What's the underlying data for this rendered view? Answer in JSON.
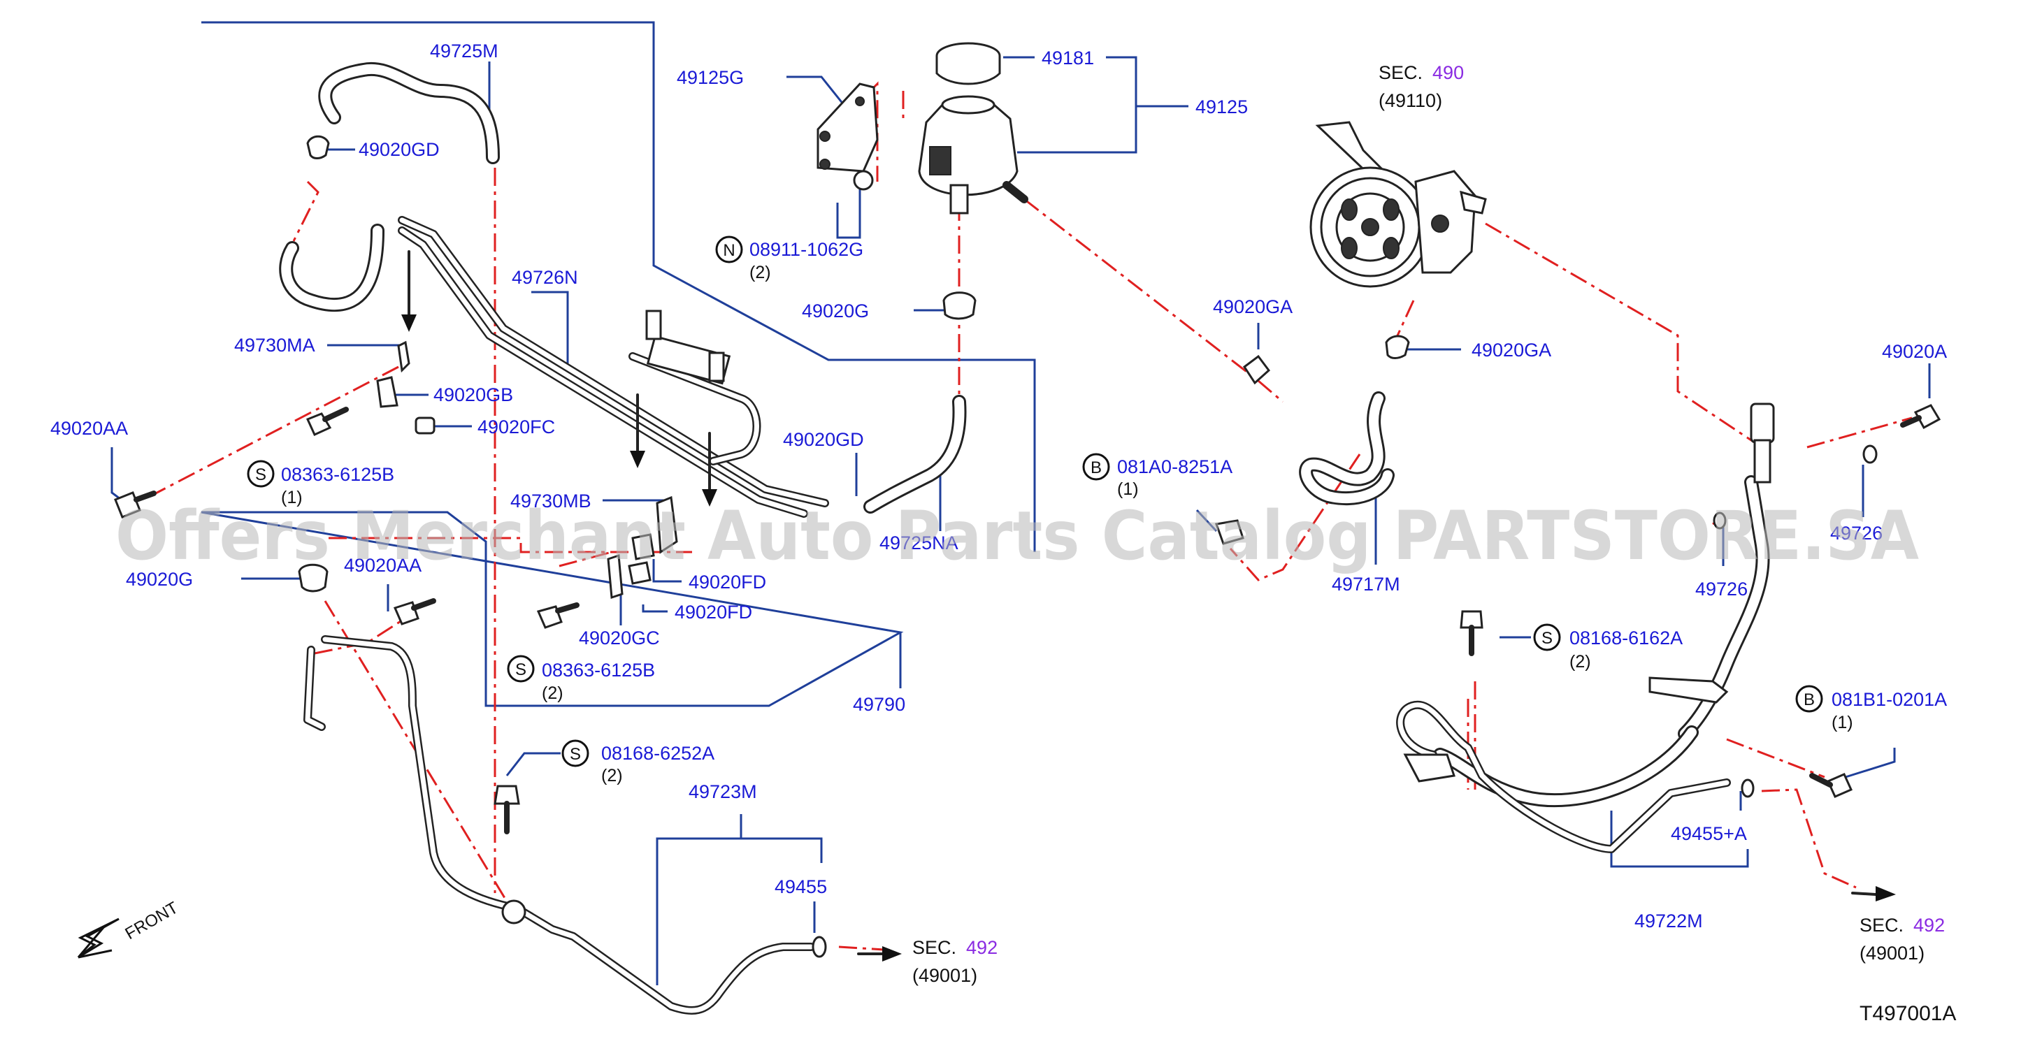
{
  "labels": {
    "p49725M": "49725M",
    "p49020GD_top": "49020GD",
    "p49726N": "49726N",
    "p49730MA": "49730MA",
    "p49020GB": "49020GB",
    "p49020FC": "49020FC",
    "p49020AA_left": "49020AA",
    "p08363_6125B_top": "08363-6125B",
    "p49730MB": "49730MB",
    "p49020G_left": "49020G",
    "p49020AA_mid": "49020AA",
    "p49020FD_a": "49020FD",
    "p49020FD_b": "49020FD",
    "p49020GC": "49020GC",
    "p08363_6125B_bot": "08363-6125B",
    "p49790": "49790",
    "p49125G": "49125G",
    "p49181": "49181",
    "p49125": "49125",
    "p08911_1062G": "08911-1062G",
    "p49020G_res": "49020G",
    "p49020GD_mid": "49020GD",
    "p49725NA": "49725NA",
    "p08168_6252A": "08168-6252A",
    "p49723M": "49723M",
    "p49455": "49455",
    "p49020GA_a": "49020GA",
    "p49020GA_b": "49020GA",
    "p081A0_8251A": "081A0-8251A",
    "p49717M": "49717M",
    "p49020A": "49020A",
    "p49726_a": "49726",
    "p49726_b": "49726",
    "p08168_6162A": "08168-6162A",
    "p081B1_0201A": "081B1-0201A",
    "p49455A": "49455+A",
    "p49722M": "49722M"
  },
  "quantities": {
    "q_s08363_top": "(1)",
    "q_s08363_bot": "(2)",
    "q_n08911": "(2)",
    "q_s08168_6252A": "(2)",
    "q_b081A0": "(1)",
    "q_s08168_6162A": "(2)",
    "q_b081B1": "(1)"
  },
  "badges": {
    "S": "S",
    "N": "N",
    "B": "B"
  },
  "sections": {
    "sec_word": "SEC.",
    "sec490_num": "490",
    "sec490_ref": "(49110)",
    "sec492_num": "492",
    "sec492_ref": "(49001)"
  },
  "front_label": "FRONT",
  "diagram_code": "T497001A",
  "watermark": "Offers Merchant Auto Parts Catalog PARTSTORE.SA",
  "colors": {
    "part_number": "#1a1ad6",
    "leader_line": "#1f3f9a",
    "phantom_line": "#e02020",
    "section_number": "#8a2be2"
  }
}
